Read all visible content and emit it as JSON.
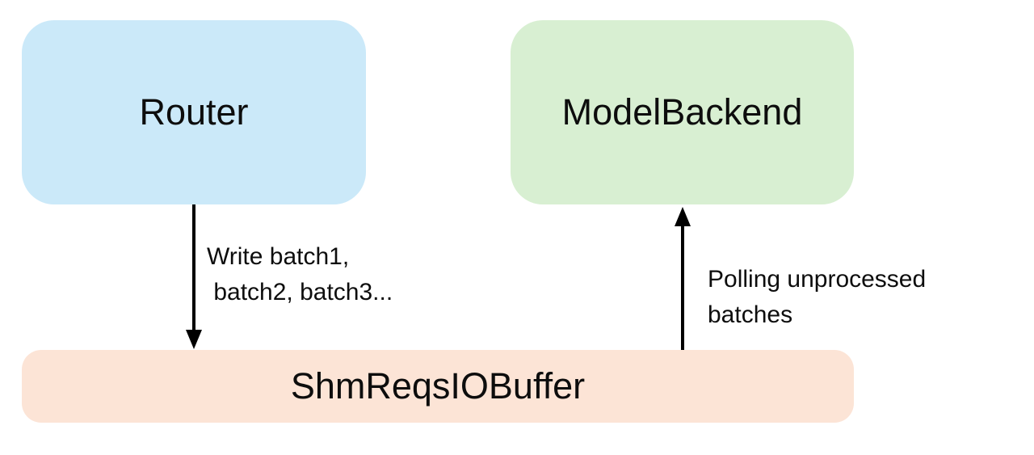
{
  "diagram": {
    "background": "#ffffff",
    "arrow_color": "#000000",
    "text_color": "#0d0d0d",
    "nodes": [
      {
        "id": "router",
        "label": "Router",
        "fill": "#cbe9f9"
      },
      {
        "id": "model_backend",
        "label": "ModelBackend",
        "fill": "#d8efd2"
      },
      {
        "id": "shm_reqs_io_buffer",
        "label": "ShmReqsIOBuffer",
        "fill": "#fce4d6"
      }
    ],
    "edges": [
      {
        "from": "router",
        "to": "shm_reqs_io_buffer",
        "direction": "down",
        "label": "Write batch1,\n batch2, batch3..."
      },
      {
        "from": "shm_reqs_io_buffer",
        "to": "model_backend",
        "direction": "up",
        "label": "Polling unprocessed\nbatches"
      }
    ]
  }
}
